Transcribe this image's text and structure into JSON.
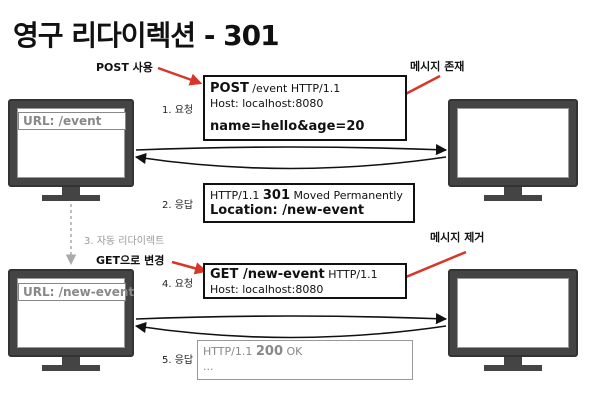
{
  "title": "영구 리다이렉션 - 301",
  "client_top": {
    "url": "URL: /event"
  },
  "client_bottom": {
    "url": "URL: /new-event"
  },
  "steps": {
    "s1": "1. 요청",
    "s2": "2. 응답",
    "s3": "3. 자동 리다이렉트",
    "s4": "4. 요청",
    "s5": "5. 응답"
  },
  "notes": {
    "post_use": "POST 사용",
    "msg_exists": "메시지 존재",
    "get_change": "GET으로 변경",
    "msg_removed": "메시지 제거"
  },
  "req1": {
    "method": "POST",
    "path": " /event HTTP/1.1",
    "host": "Host: localhost:8080",
    "body": "name=hello&age=20"
  },
  "res1": {
    "status_prefix": "HTTP/1.1 ",
    "status_code": "301",
    "status_text": " Moved Permanently",
    "location": "Location: /new-event"
  },
  "req2": {
    "line": "GET /new-event",
    "version": " HTTP/1.1",
    "host": "Host: localhost:8080"
  },
  "res2": {
    "status_prefix": "HTTP/1.1 ",
    "status_code": "200",
    "status_text": " OK",
    "ellipsis": "..."
  },
  "colors": {
    "accent": "#d6372a",
    "monitor": "#444444",
    "faded": "#999999"
  }
}
